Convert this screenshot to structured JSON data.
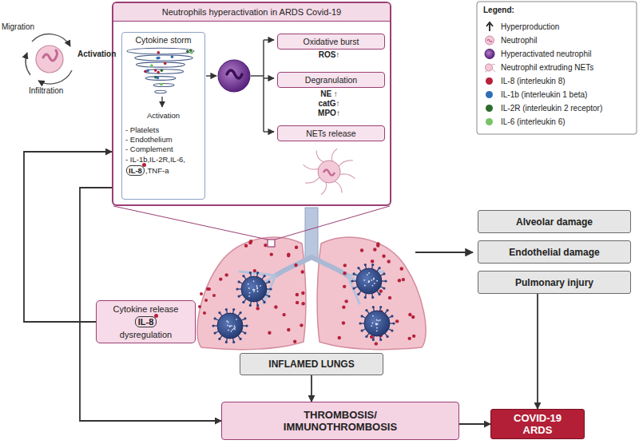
{
  "diagram": {
    "nodes": [
      {
        "text": [
          "Neutrophils hyperactivation in ARDS Covid-19"
        ]
      },
      {
        "text": [
          "Cytokine storm",
          "Activation",
          "- Platelets",
          "- Endothelium",
          "- Complement",
          "- IL-1b,IL-2R,IL-6,",
          "IL-8",
          ",TNF-a"
        ],
        "in": 0
      },
      {
        "text": [
          "Oxidative burst"
        ],
        "in": 0
      },
      {
        "text": [
          "Degranulation"
        ],
        "in": 0
      },
      {
        "text": [
          "NETs release"
        ],
        "in": 0
      },
      {
        "text": [
          "Cytokine release",
          "IL-8",
          "dysregulation"
        ]
      },
      {
        "text": [
          "Alveolar damage"
        ]
      },
      {
        "text": [
          "Endothelial damage"
        ]
      },
      {
        "text": [
          "Pulmonary injury"
        ]
      },
      {
        "text": [
          "INFLAMED LUNGS"
        ]
      },
      {
        "text": [
          "THROMBOSIS/ IMMUNOTHROMBOSIS"
        ]
      },
      {
        "text": [
          "COVID-19 ARDS"
        ]
      }
    ],
    "edges": [
      {
        "from": 5,
        "to": 0,
        "arrow": "to"
      },
      {
        "from": 0,
        "to": 10,
        "arrow": "to"
      },
      {
        "from": 9,
        "to": 10,
        "arrow": "to"
      },
      {
        "from": 10,
        "to": 11,
        "arrow": "to"
      },
      {
        "from": 8,
        "to": 11,
        "arrow": "to"
      }
    ],
    "labels": [
      "Migration",
      "Activation",
      "Infiltration",
      "ROS↑",
      "NE ↑",
      "catG↑",
      "MPO↑",
      "Legend:"
    ],
    "legend": [
      {
        "text": "Hyperproduction"
      },
      {
        "text": "Neutrophil"
      },
      {
        "text": "Hyperactivated neutrophil"
      },
      {
        "text": "Neutrophil extruding NETs"
      },
      {
        "text": "IL-8 (interleukin 8)",
        "color": "#b5213a"
      },
      {
        "text": "IL-1b (interleukin 1 beta)",
        "color": "#2f6db5"
      },
      {
        "text": "IL-2R (interleukin 2 receptor)",
        "color": "#2e6b2e"
      },
      {
        "text": "IL-6 (interleukin 6)",
        "color": "#79c267"
      }
    ]
  }
}
